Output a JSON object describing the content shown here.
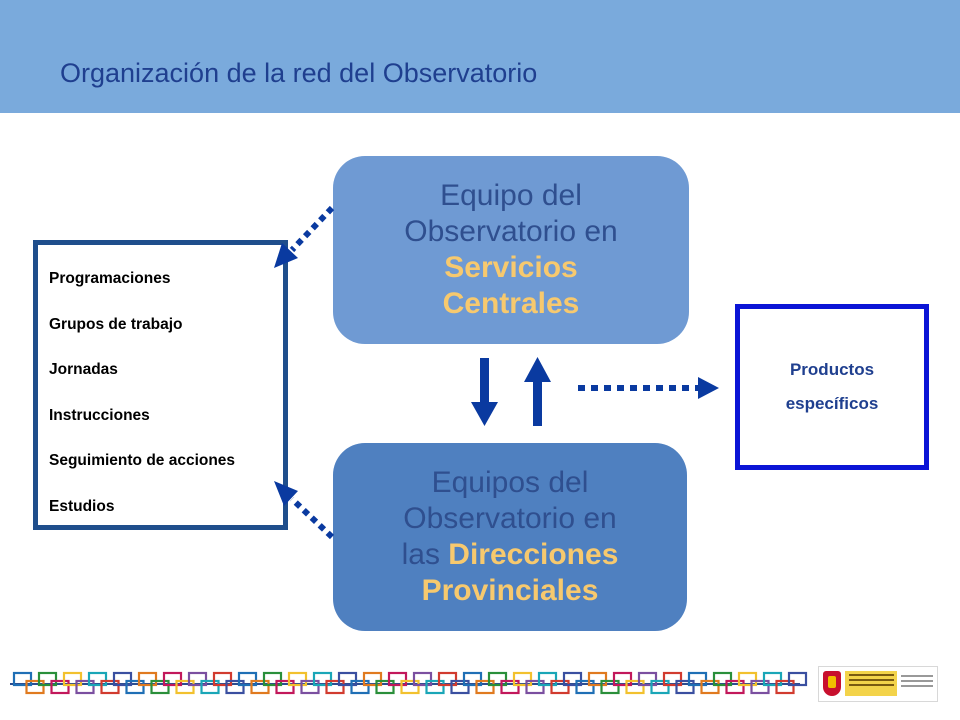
{
  "header": {
    "title": "Organización de la red del Observatorio"
  },
  "tasks": {
    "items": [
      "Programaciones",
      "Grupos de trabajo",
      "Jornadas",
      "Instrucciones",
      "Seguimiento de acciones",
      "Estudios"
    ]
  },
  "central_team": {
    "line1": "Equipo del",
    "line2": "Observatorio en",
    "bold1": "Servicios",
    "bold2": "Centrales"
  },
  "provincial_team": {
    "line1": "Equipos del",
    "line2": "Observatorio en",
    "line3_prefix": "las",
    "bold1": "Direcciones",
    "bold2": "Provinciales"
  },
  "products": {
    "line1": "Productos",
    "line2": "específicos"
  },
  "colors": {
    "header": "#7aaadc",
    "title_text": "#1f3f8f",
    "list_border": "#1f4e8c",
    "node_top": "#6f9ad3",
    "node_bottom": "#4f80c0",
    "highlight_text": "#f7c96e",
    "arrow": "#0a3aa0",
    "products_border": "#0b14d6"
  }
}
